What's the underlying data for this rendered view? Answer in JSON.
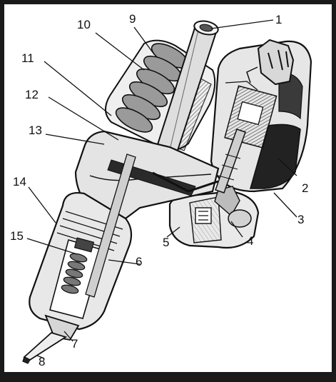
{
  "diagram": {
    "labels": [
      "1",
      "2",
      "3",
      "4",
      "5",
      "6",
      "7",
      "8",
      "9",
      "10",
      "11",
      "12",
      "13",
      "14",
      "15"
    ]
  },
  "colors": {
    "ink": "#111111",
    "paper": "#ffffff",
    "shade": "#555555",
    "light": "#cfcfcf",
    "frame": "#1a1a1a"
  }
}
